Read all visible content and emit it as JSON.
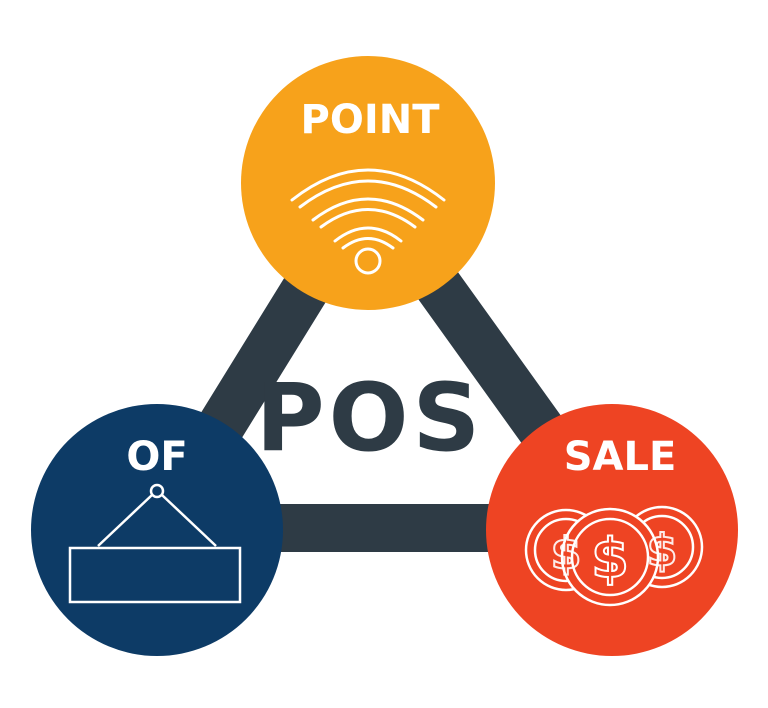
{
  "center_label": "POS",
  "nodes": {
    "top": {
      "label": "POINT",
      "icon": "wifi-icon",
      "color": "#F7A21B"
    },
    "left": {
      "label": "OF",
      "icon": "hanging-sign-icon",
      "color": "#0D3B66"
    },
    "right": {
      "label": "SALE",
      "icon": "dollar-coins-icon",
      "color": "#EE4423"
    }
  },
  "colors": {
    "triangle": "#2E3B45",
    "center_text": "#2E3B45",
    "icon_stroke": "#ffffff"
  }
}
